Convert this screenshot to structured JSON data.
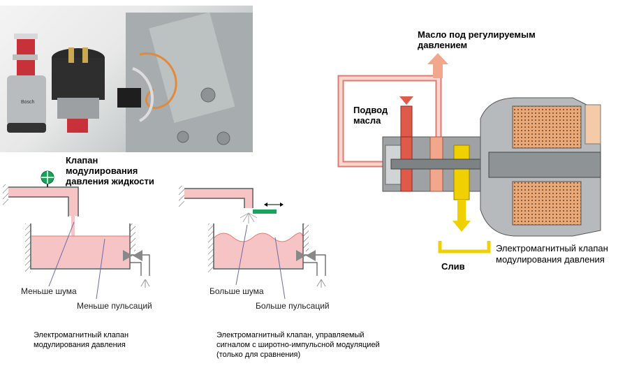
{
  "labels": {
    "valve_title_line1": "Клапан",
    "valve_title_line2": "модулирования",
    "valve_title_line3": "давления жидкости",
    "less_noise": "Меньше шума",
    "less_pulsation": "Меньше пульсаций",
    "more_noise": "Больше шума",
    "more_pulsation": "Больше пульсаций",
    "oil_out_line1": "Масло под регулируемым",
    "oil_out_line2": "давлением",
    "oil_in_line1": "Подвод",
    "oil_in_line2": "масла",
    "drain": "Слив",
    "solenoid_line1": "Электромагнитный клапан",
    "solenoid_line2": "модулирования давления"
  },
  "captions": {
    "left_line1": "Электромагнитный клапан",
    "left_line2": "модулирования давления",
    "right_line1": "Электромагнитный клапан, управляемый",
    "right_line2": "сигналом с широтно-импульсной модуляцией",
    "right_line3": "(только для сравнения)"
  },
  "photo": {
    "bosch_label": "Bosch"
  },
  "colors": {
    "liquid": "#f7c4c6",
    "pipe_outline": "#e07a70",
    "arrow": "#f2a68c",
    "red_arrow": "#e05a4a",
    "drain_yellow": "#f0d000",
    "valve_green": "#19a35a",
    "coil": "#e8a878"
  }
}
